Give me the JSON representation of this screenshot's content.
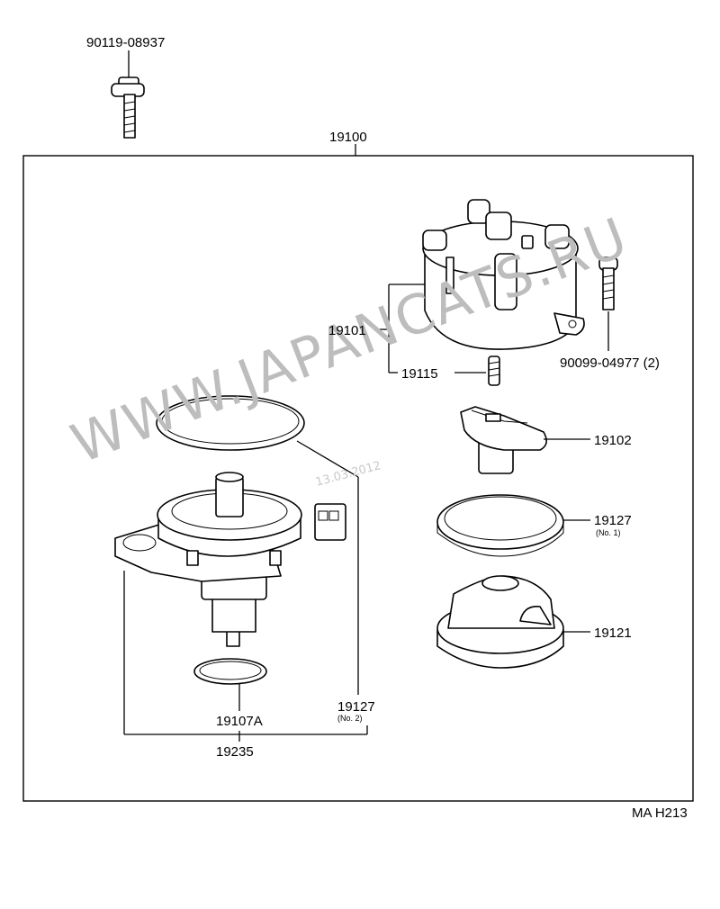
{
  "watermark": "WWW.JAPANCATS.RU",
  "watermark_date": "13.03.2012",
  "figure_code": "MA H213",
  "parts": {
    "bolt_top": "90119-08937",
    "assembly": "19100",
    "cap": "19101",
    "cap_screw": "90099-04977 (2)",
    "spring": "19115",
    "rotor": "19102",
    "gasket_1": "19127",
    "gasket_1_note": "(No. 1)",
    "cover": "19121",
    "gasket_2": "19127",
    "gasket_2_note": "(No. 2)",
    "oring": "19107A",
    "housing": "19235"
  }
}
